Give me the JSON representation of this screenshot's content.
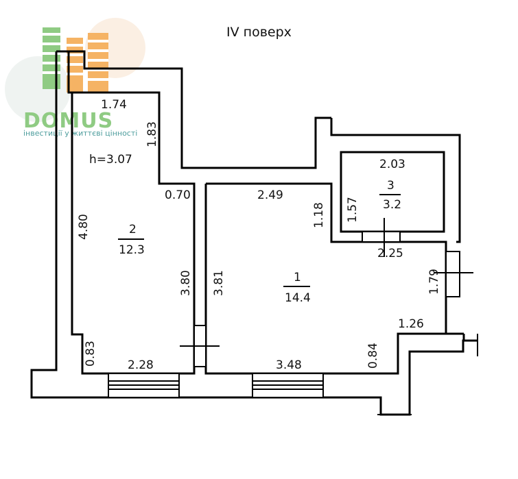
{
  "title": "IV поверх",
  "logo": {
    "name": "DOMUS",
    "tagline": "інвестиції у життєві цінності",
    "colors": {
      "green": "#7cc26e",
      "orange": "#f4a64a",
      "teal": "#2f8c8c"
    }
  },
  "ceiling_height": "h=3.07",
  "rooms": [
    {
      "number": "1",
      "area": "14.4"
    },
    {
      "number": "2",
      "area": "12.3"
    },
    {
      "number": "3",
      "area": "3.2"
    }
  ],
  "dimensions": {
    "d_174": "1.74",
    "d_183": "1.83",
    "d_070": "0.70",
    "d_480": "4.80",
    "d_380": "3.80",
    "d_381": "3.81",
    "d_083": "0.83",
    "d_228": "2.28",
    "d_249": "2.49",
    "d_118": "1.18",
    "d_157": "1.57",
    "d_203": "2.03",
    "d_225": "2.25",
    "d_179": "1.79",
    "d_126": "1.26",
    "d_084": "0.84",
    "d_348": "3.48"
  }
}
